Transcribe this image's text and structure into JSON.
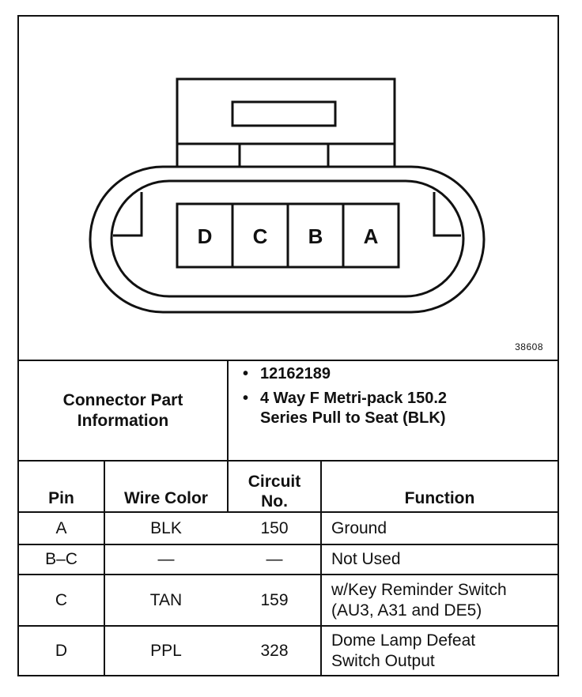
{
  "figure_number": "38608",
  "connector_pins": [
    "D",
    "C",
    "B",
    "A"
  ],
  "info": {
    "label": "Connector Part Information",
    "bullets": [
      "12162189",
      "4 Way F Metri-pack 150.2 Series Pull to Seat (BLK)"
    ]
  },
  "table": {
    "headers": {
      "pin": "Pin",
      "wire_color": "Wire Color",
      "circuit": "Circuit No.",
      "function": "Function"
    },
    "rows": [
      {
        "pin": "A",
        "wire_color": "BLK",
        "circuit": "150",
        "function": "Ground"
      },
      {
        "pin": "B–C",
        "wire_color": "—",
        "circuit": "—",
        "function": "Not Used"
      },
      {
        "pin": "C",
        "wire_color": "TAN",
        "circuit": "159",
        "function": "w/Key Reminder Switch (AU3, A31 and DE5)"
      },
      {
        "pin": "D",
        "wire_color": "PPL",
        "circuit": "328",
        "function": "Dome Lamp Defeat Switch Output"
      }
    ]
  }
}
